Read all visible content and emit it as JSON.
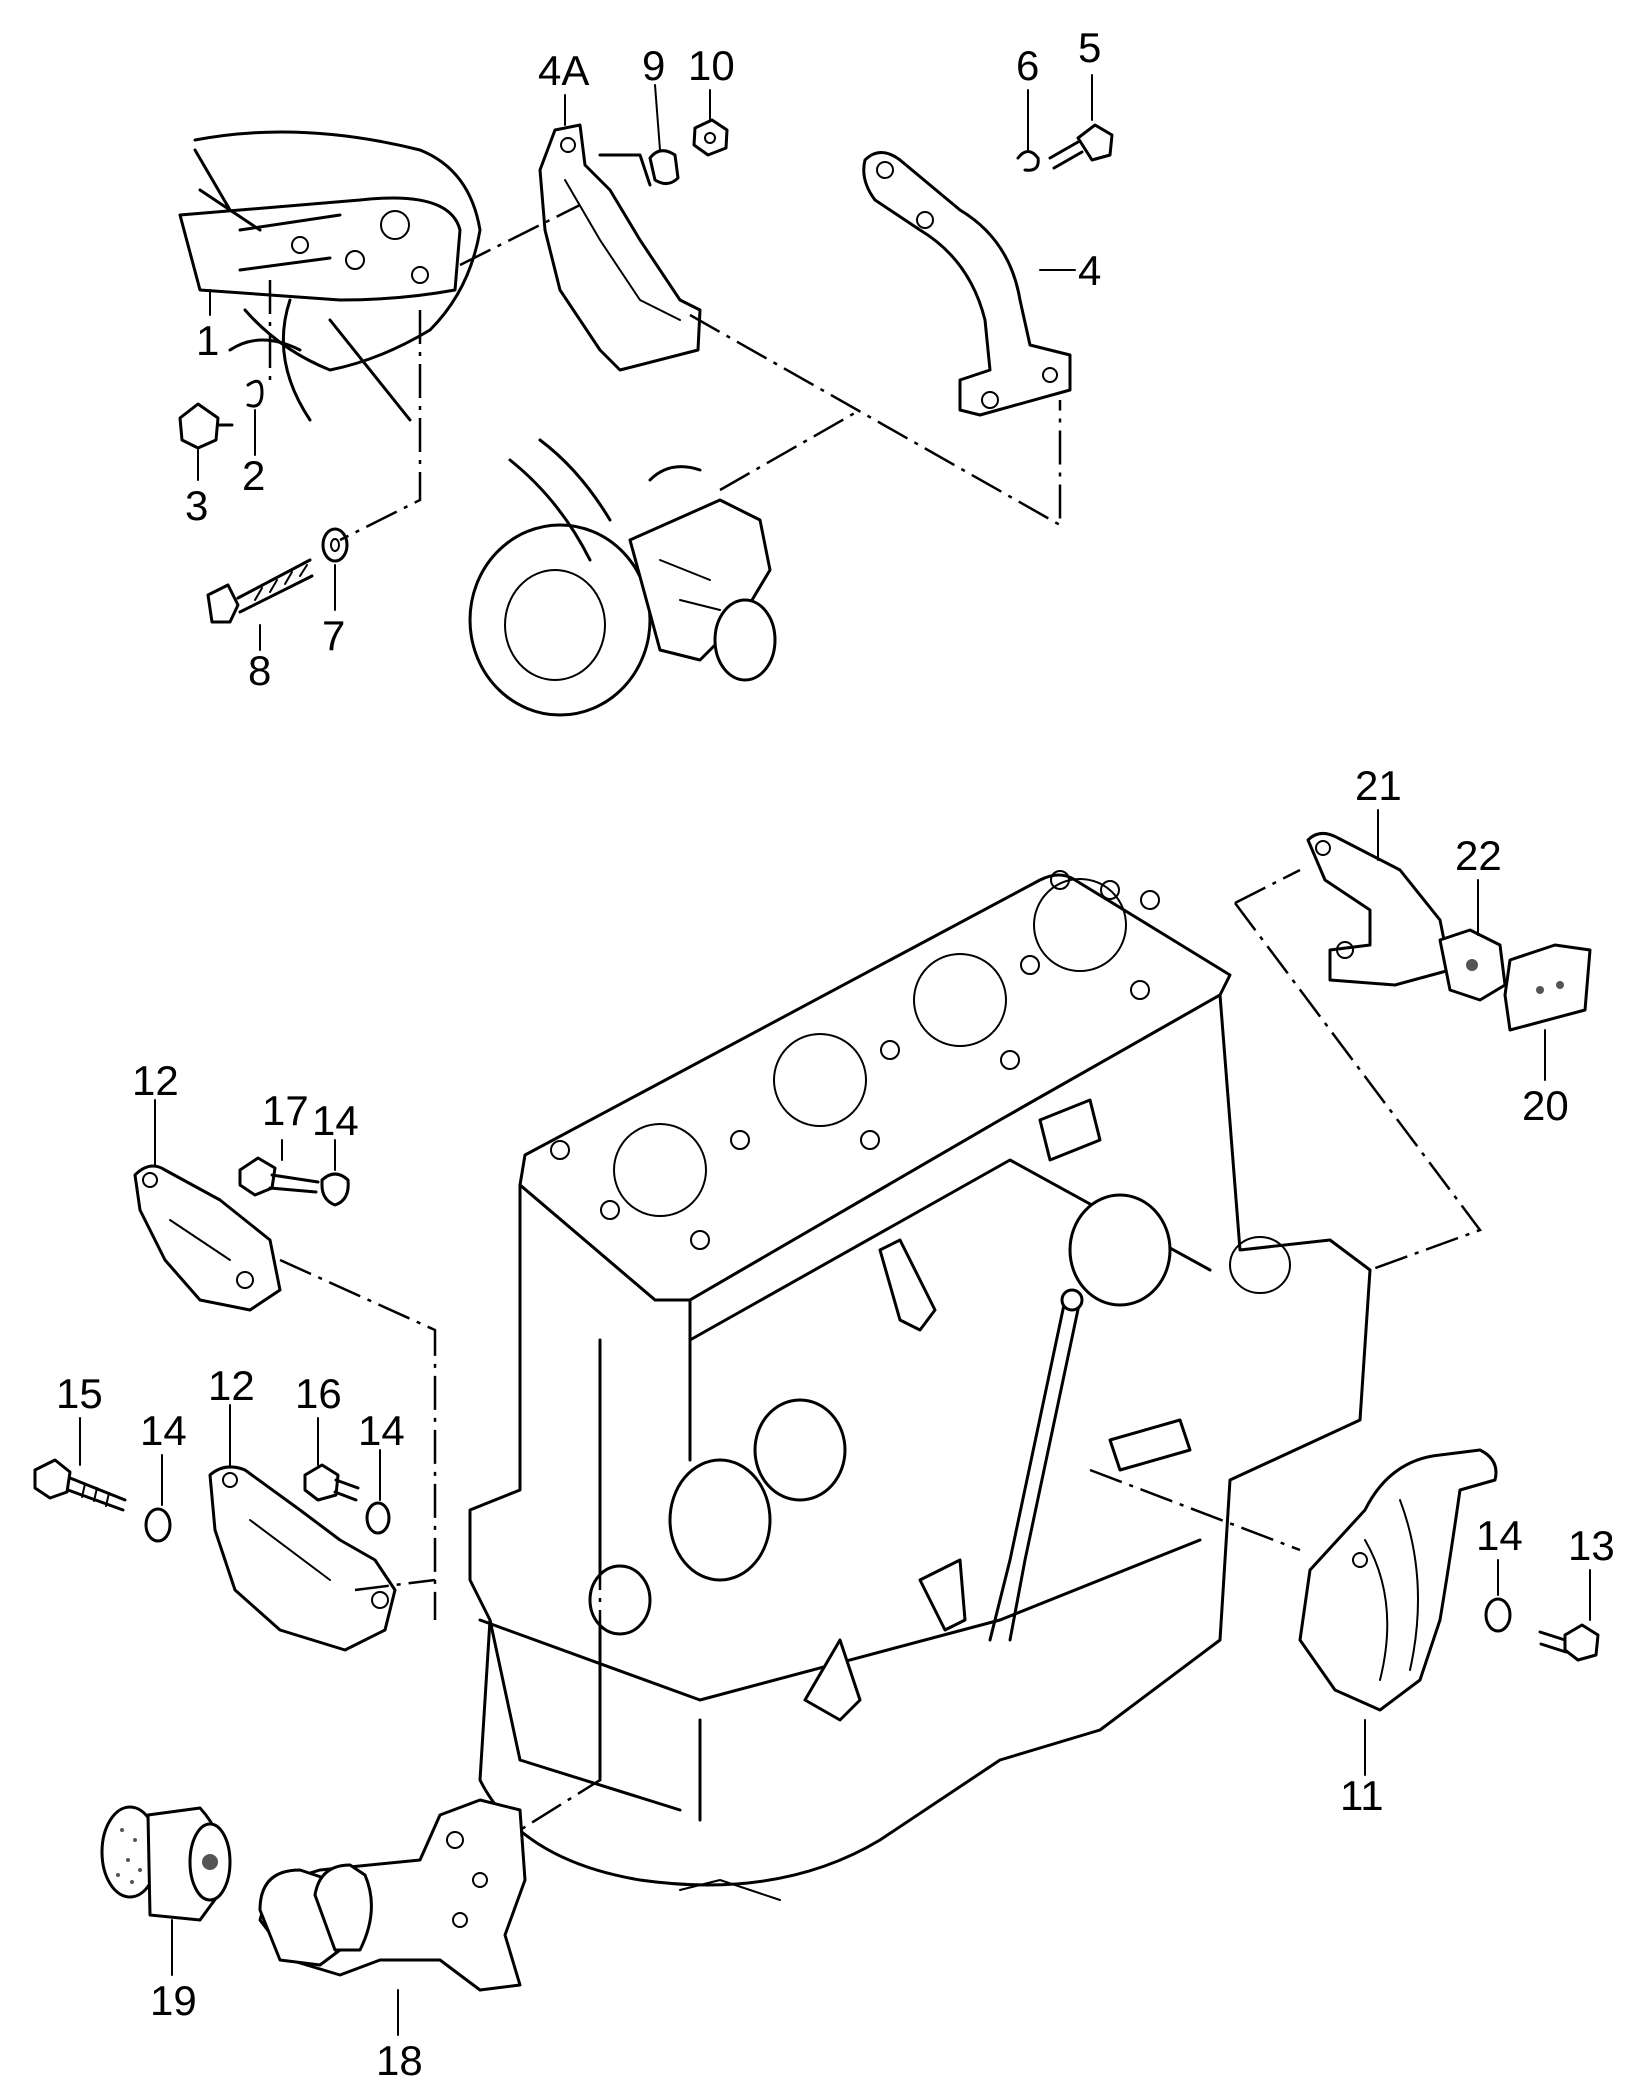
{
  "callouts": [
    {
      "id": "c1",
      "label": "1"
    },
    {
      "id": "c2",
      "label": "2"
    },
    {
      "id": "c3",
      "label": "3"
    },
    {
      "id": "c4",
      "label": "4"
    },
    {
      "id": "c4a",
      "label": "4A"
    },
    {
      "id": "c5",
      "label": "5"
    },
    {
      "id": "c6",
      "label": "6"
    },
    {
      "id": "c7",
      "label": "7"
    },
    {
      "id": "c8",
      "label": "8"
    },
    {
      "id": "c9",
      "label": "9"
    },
    {
      "id": "c10",
      "label": "10"
    },
    {
      "id": "c11",
      "label": "11"
    },
    {
      "id": "c12a",
      "label": "12"
    },
    {
      "id": "c12b",
      "label": "12"
    },
    {
      "id": "c13",
      "label": "13"
    },
    {
      "id": "c14a",
      "label": "14"
    },
    {
      "id": "c14b",
      "label": "14"
    },
    {
      "id": "c14c",
      "label": "14"
    },
    {
      "id": "c14d",
      "label": "14"
    },
    {
      "id": "c15",
      "label": "15"
    },
    {
      "id": "c16",
      "label": "16"
    },
    {
      "id": "c17",
      "label": "17"
    },
    {
      "id": "c18",
      "label": "18"
    },
    {
      "id": "c19",
      "label": "19"
    },
    {
      "id": "c20",
      "label": "20"
    },
    {
      "id": "c21",
      "label": "21"
    },
    {
      "id": "c22",
      "label": "22"
    }
  ]
}
